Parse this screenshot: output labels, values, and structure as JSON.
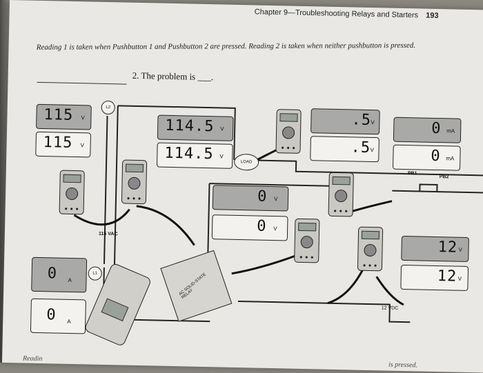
{
  "header": {
    "chapter": "Chapter 9—Troubleshooting Relays and Starters",
    "page_number": "193"
  },
  "intro_text": "Reading 1 is taken when Pushbutton 1 and Pushbutton 2 are pressed. Reading 2 is taken when neither pushbutton is pressed.",
  "question": "2. The problem is ___.",
  "labels": {
    "l2": "L2",
    "l1": "L1",
    "load": "LOAD",
    "vac": "115 VAC",
    "pb1": "PB1",
    "pb2": "PB2",
    "vdc": "12 VDC",
    "ssr": "AC SOLID-STATE RELAY"
  },
  "meters": {
    "m1": {
      "value": "115",
      "unit": "V"
    },
    "m2": {
      "value": "115",
      "unit": "V"
    },
    "m3": {
      "value": "114.5",
      "unit": "V"
    },
    "m4": {
      "value": "114.5",
      "unit": "V"
    },
    "m5": {
      "value": ".5",
      "unit": "V"
    },
    "m6": {
      "value": ".5",
      "unit": "V"
    },
    "m7": {
      "value": "0",
      "unit": "mA"
    },
    "m8": {
      "value": "0",
      "unit": "mA"
    },
    "m9": {
      "value": "0",
      "unit": "V"
    },
    "m10": {
      "value": "0",
      "unit": "V"
    },
    "m11": {
      "value": "12",
      "unit": "V"
    },
    "m12": {
      "value": "12",
      "unit": "V"
    },
    "m13": {
      "value": "0",
      "unit": "A"
    },
    "m14": {
      "value": "0",
      "unit": "A"
    }
  },
  "footer": {
    "left": "Readin",
    "right": "is pressed."
  }
}
